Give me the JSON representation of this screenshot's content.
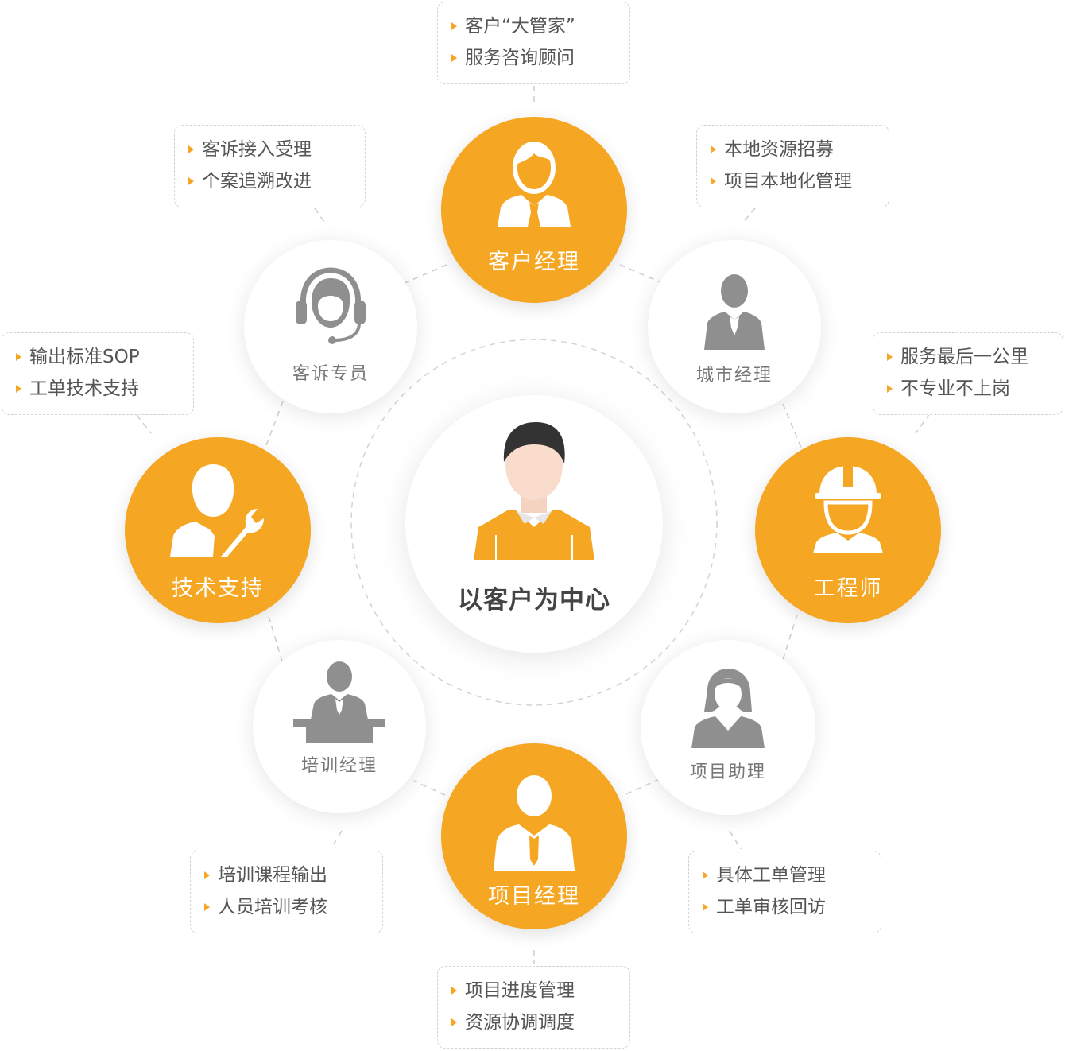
{
  "center": {
    "label": "以客户为中心",
    "icon": "customer-person-icon"
  },
  "colors": {
    "accent": "#f5a623",
    "icon_gray": "#8f8f8f",
    "dash": "#d3d3d3"
  },
  "roles": [
    {
      "id": "account-manager",
      "label": "客户经理",
      "style": "orange",
      "icon": "account-manager-icon",
      "duties": [
        "客户“大管家”",
        "服务咨询顾问"
      ]
    },
    {
      "id": "city-manager",
      "label": "城市经理",
      "style": "white",
      "icon": "city-manager-icon",
      "duties": [
        "本地资源招募",
        "项目本地化管理"
      ]
    },
    {
      "id": "engineer",
      "label": "工程师",
      "style": "orange",
      "icon": "engineer-helmet-icon",
      "duties": [
        "服务最后一公里",
        "不专业不上岗"
      ]
    },
    {
      "id": "project-assistant",
      "label": "项目助理",
      "style": "white",
      "icon": "female-assistant-icon",
      "duties": [
        "具体工单管理",
        "工单审核回访"
      ]
    },
    {
      "id": "project-manager",
      "label": "项目经理",
      "style": "orange",
      "icon": "project-manager-icon",
      "duties": [
        "项目进度管理",
        "资源协调调度"
      ]
    },
    {
      "id": "training-manager",
      "label": "培训经理",
      "style": "white",
      "icon": "lecturer-podium-icon",
      "duties": [
        "培训课程输出",
        "人员培训考核"
      ]
    },
    {
      "id": "tech-support",
      "label": "技术支持",
      "style": "orange",
      "icon": "wrench-person-icon",
      "duties": [
        "输出标准SOP",
        "工单技术支持"
      ]
    },
    {
      "id": "complaint-specialist",
      "label": "客诉专员",
      "style": "white",
      "icon": "headset-agent-icon",
      "duties": [
        "客诉接入受理",
        "个案追溯改进"
      ]
    }
  ]
}
